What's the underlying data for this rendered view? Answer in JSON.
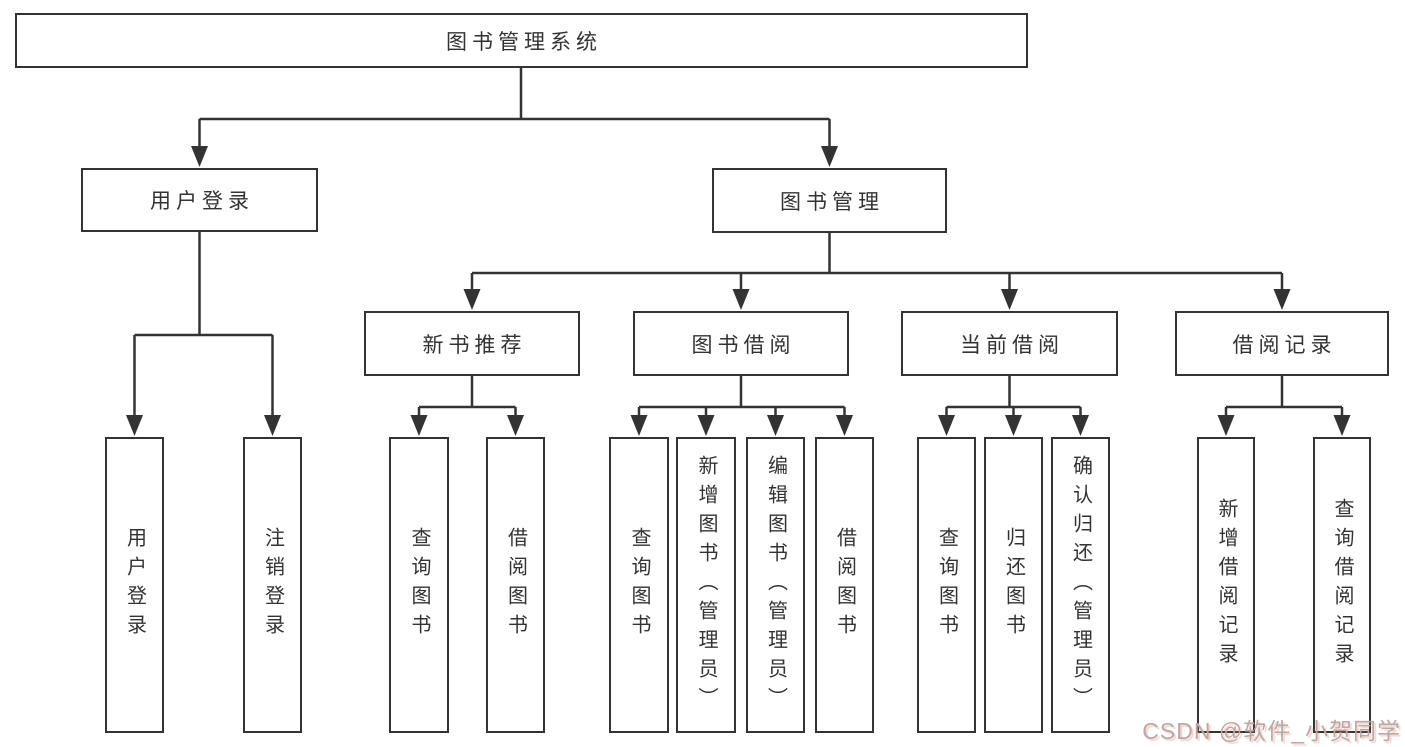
{
  "tree": {
    "label": "图书管理系统",
    "children": [
      {
        "label": "用户登录",
        "children": [
          {
            "label": "用户登录"
          },
          {
            "label": "注销登录"
          }
        ]
      },
      {
        "label": "图书管理",
        "children": [
          {
            "label": "新书推荐",
            "children": [
              {
                "label": "查询图书"
              },
              {
                "label": "借阅图书"
              }
            ]
          },
          {
            "label": "图书借阅",
            "children": [
              {
                "label": "查询图书"
              },
              {
                "label": "新增图书（管理员）"
              },
              {
                "label": "编辑图书（管理员）"
              },
              {
                "label": "借阅图书"
              }
            ]
          },
          {
            "label": "当前借阅",
            "children": [
              {
                "label": "查询图书"
              },
              {
                "label": "归还图书"
              },
              {
                "label": "确认归还（管理员）"
              }
            ]
          },
          {
            "label": "借阅记录",
            "children": [
              {
                "label": "新增借阅记录"
              },
              {
                "label": "查询借阅记录"
              }
            ]
          }
        ]
      }
    ]
  },
  "watermark": {
    "text": "CSDN @软件_小贺同学"
  },
  "colors": {
    "line": "#333333",
    "box_background": "#ffffff",
    "watermark_text": "#b3abab",
    "watermark_shadow": "#fc5531"
  }
}
